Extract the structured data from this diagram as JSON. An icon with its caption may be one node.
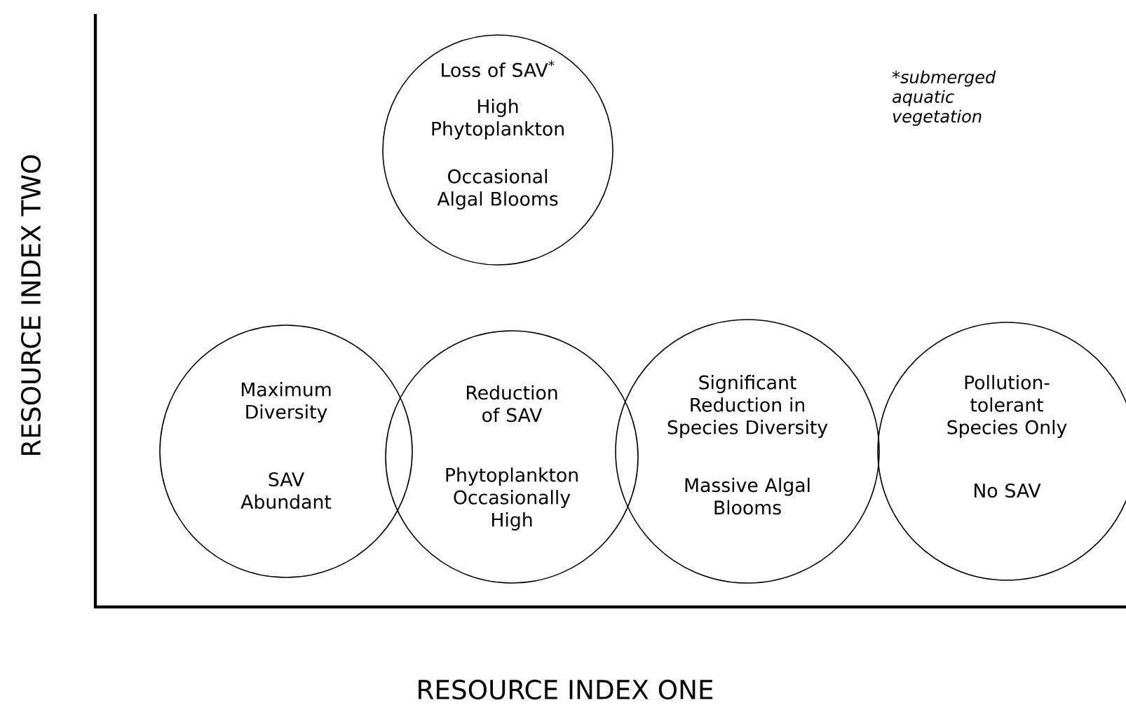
{
  "diagram": {
    "nodes": [
      {
        "text": [
          "Loss of SAV$^{*}$",
          "High Phytoplankton",
          "Occasional Algal Blooms"
        ]
      },
      {
        "text": [
          "Maximum Diversity",
          "SAV Abundant"
        ]
      },
      {
        "text": [
          "Reduction of SAV",
          "Phytoplankton Occasionally High"
        ]
      },
      {
        "text": [
          "Significant Reduction in Species Diversity",
          "Massive Algal Blooms"
        ]
      },
      {
        "text": [
          "Pollution-tolerant Species Only",
          "No SAV"
        ]
      }
    ],
    "labels": [
      "RESOURCE INDEX TWO",
      "*submerged aquatic vegetation",
      "RESOURCE INDEX ONE"
    ]
  }
}
